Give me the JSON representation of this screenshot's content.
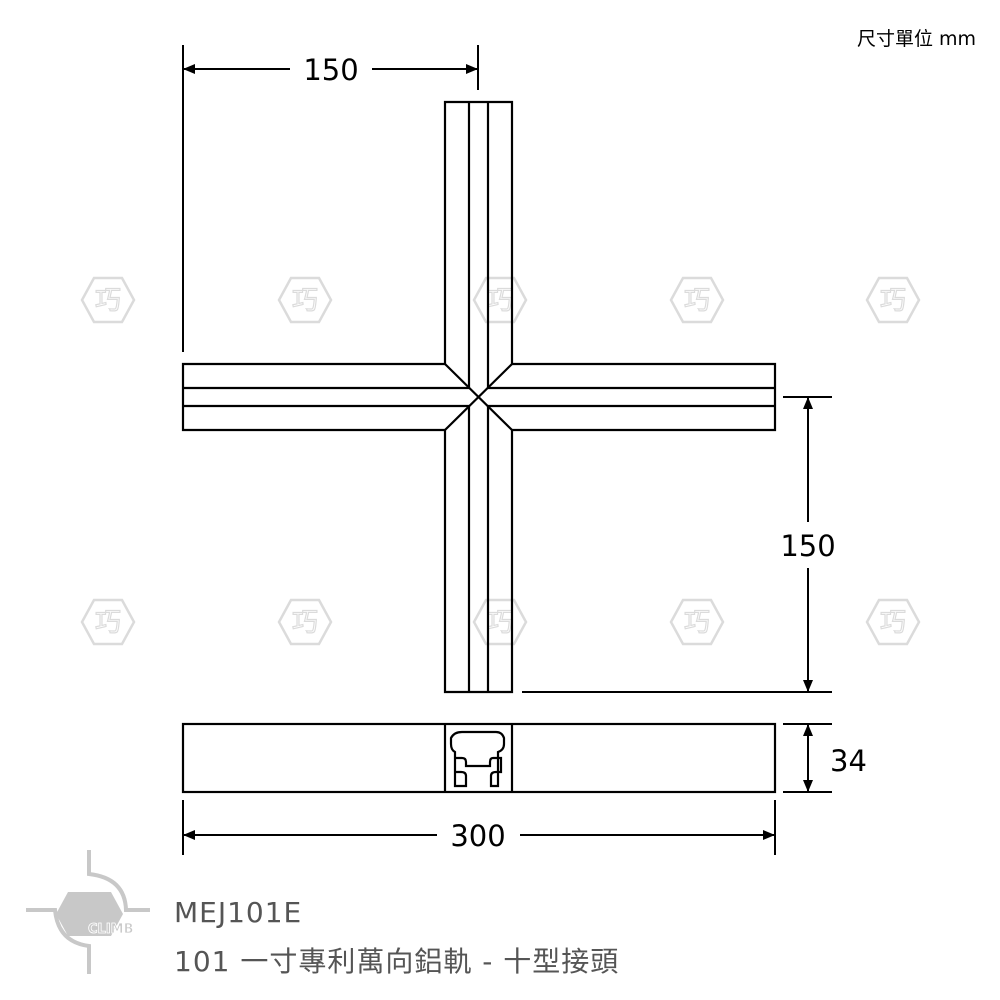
{
  "unit_note": "尺寸單位 mm",
  "dimensions": {
    "top_arm_length": "150",
    "right_arm_length": "150",
    "height": "34",
    "overall_length": "300"
  },
  "product": {
    "model": "MEJ101E",
    "title": "101 一寸專利萬向鋁軌 - 十型接頭"
  },
  "logo": {
    "text": "CLIMB",
    "color": "#c8c8c8"
  },
  "watermark": {
    "glyph": "巧",
    "color": "#999999"
  }
}
